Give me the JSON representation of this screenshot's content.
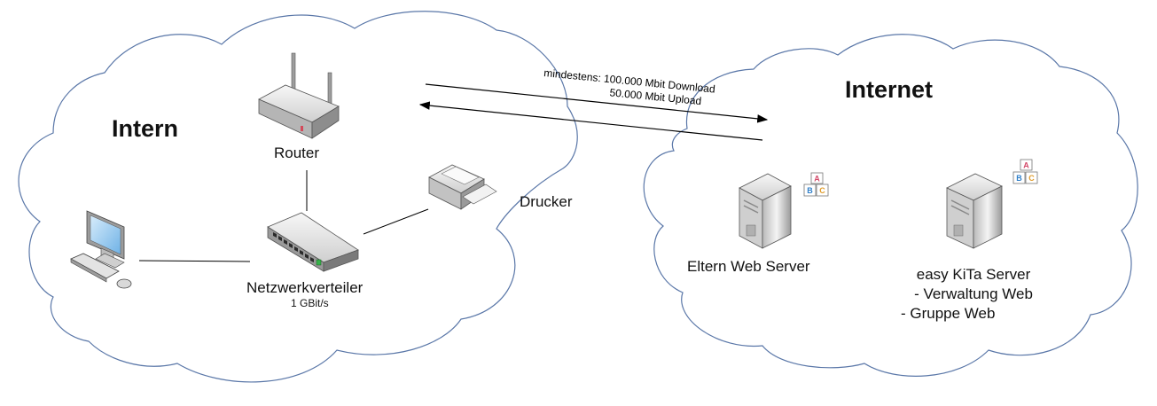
{
  "clouds": {
    "intern": {
      "title": "Intern"
    },
    "internet": {
      "title": "Internet"
    }
  },
  "devices": {
    "router": {
      "label": "Router"
    },
    "switch": {
      "label": "Netzwerkverteiler",
      "speed": "1 GBit/s"
    },
    "printer": {
      "label": "Drucker"
    },
    "eltern_server": {
      "label": "Eltern Web Server"
    },
    "kita_server": {
      "label": "easy KiTa Server",
      "services": [
        "- Verwaltung Web",
        "- Gruppe Web"
      ]
    }
  },
  "connection": {
    "line1": "mindestens: 100.000 Mbit Download",
    "line2": "50.000 Mbit Upload"
  },
  "abc_badge": [
    "A",
    "B",
    "C"
  ]
}
